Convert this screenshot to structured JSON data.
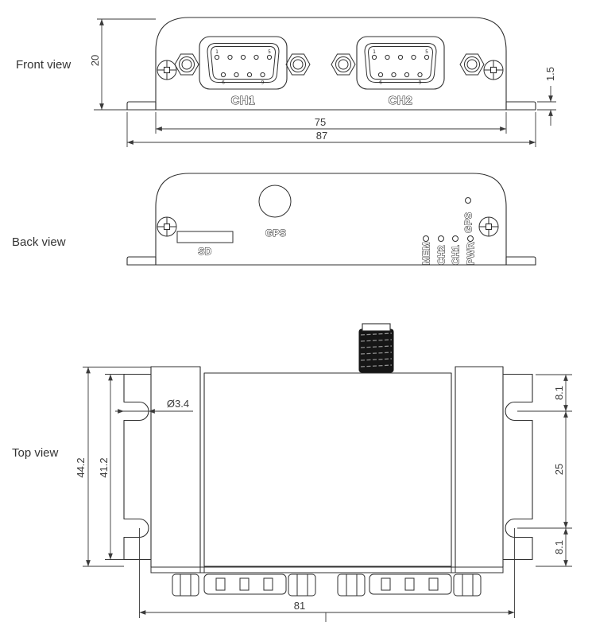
{
  "colors": {
    "background": "#ffffff",
    "line": "#2f2f2f",
    "dimension": "#3a3a3a",
    "label_text": "#333333"
  },
  "views": {
    "front": {
      "label": "Front view",
      "connectors": {
        "ch1": "CH1",
        "ch2": "CH2"
      },
      "pin_numbers": {
        "p1": "1",
        "p5": "5",
        "p6": "6",
        "p9": "9"
      },
      "dims": {
        "height": "20",
        "flange_thickness": "1.5",
        "body_width": "75",
        "overall_width": "87"
      }
    },
    "back": {
      "label": "Back view",
      "sd_slot": "SD",
      "gps_antenna": "GPS",
      "leds": [
        "MEM",
        "CH2",
        "CH1",
        "PWR",
        "GPS"
      ]
    },
    "top": {
      "label": "Top view",
      "dims": {
        "overall_depth": "44.2",
        "flange_length": "41.2",
        "slot_diameter": "Ø3.4",
        "slot_offset_top": "8.1",
        "slot_spacing": "25",
        "slot_offset_bottom": "8.1",
        "mounting_slot_distance": "81"
      }
    }
  }
}
